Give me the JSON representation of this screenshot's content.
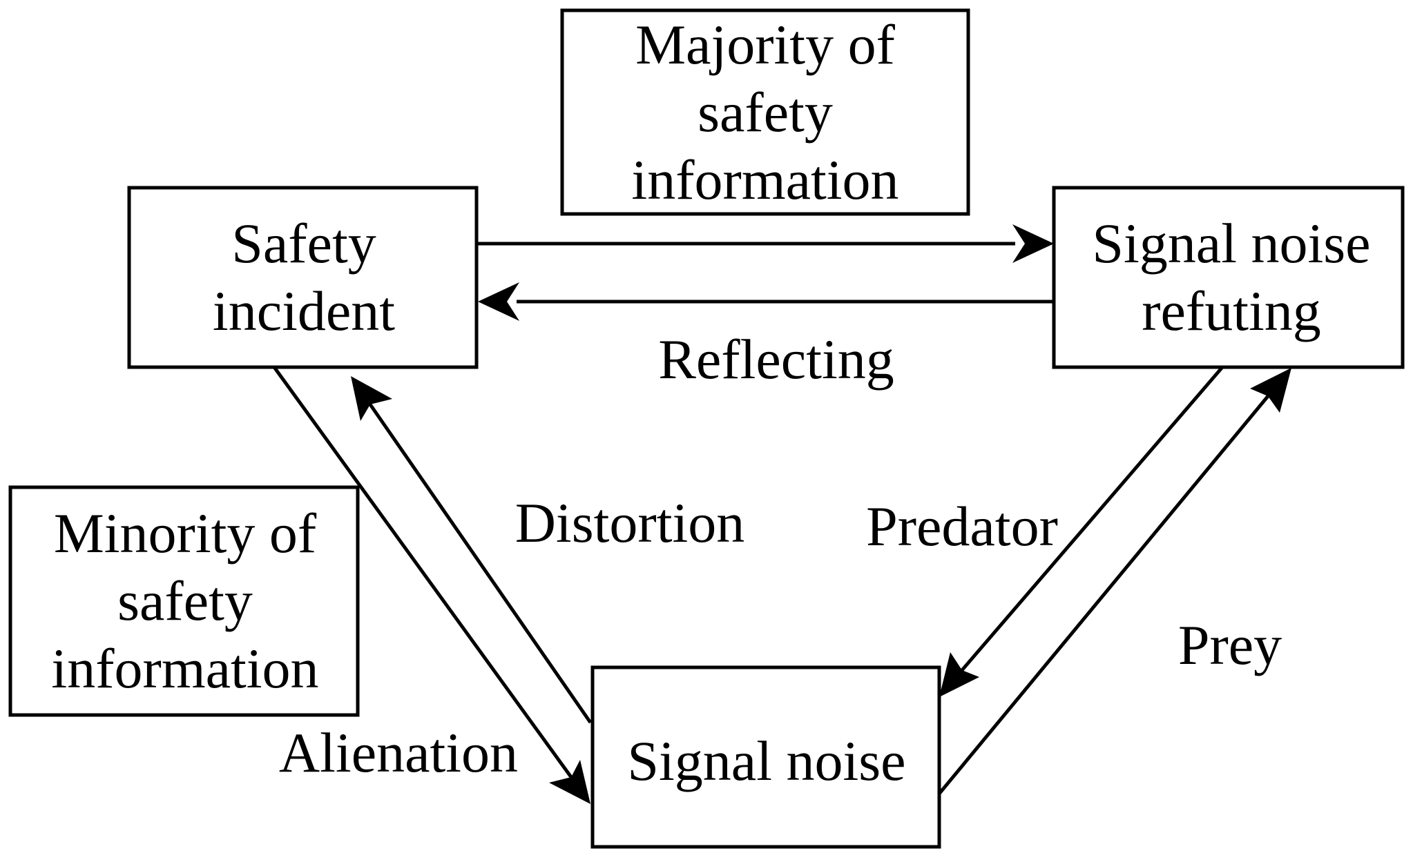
{
  "nodes": {
    "majority": {
      "lines": [
        "Majority of",
        "safety",
        "information"
      ]
    },
    "safety_incident": {
      "lines": [
        "Safety",
        "incident"
      ]
    },
    "refuting": {
      "lines": [
        "Signal noise",
        "refuting"
      ]
    },
    "minority": {
      "lines": [
        "Minority of",
        "safety",
        "information"
      ]
    },
    "signal_noise": {
      "lines": [
        "Signal noise"
      ]
    }
  },
  "edge_labels": {
    "reflecting": "Reflecting",
    "distortion": "Distortion",
    "predator": "Predator",
    "prey": "Prey",
    "alienation": "Alienation"
  },
  "edges": [
    {
      "from": "safety_incident",
      "to": "refuting"
    },
    {
      "from": "refuting",
      "to": "safety_incident",
      "label": "reflecting"
    },
    {
      "from": "signal_noise",
      "to": "safety_incident",
      "label": "distortion"
    },
    {
      "from": "safety_incident",
      "to": "signal_noise",
      "label": "alienation"
    },
    {
      "from": "refuting",
      "to": "signal_noise",
      "label": "predator"
    },
    {
      "from": "signal_noise",
      "to": "refuting",
      "label": "prey"
    }
  ]
}
